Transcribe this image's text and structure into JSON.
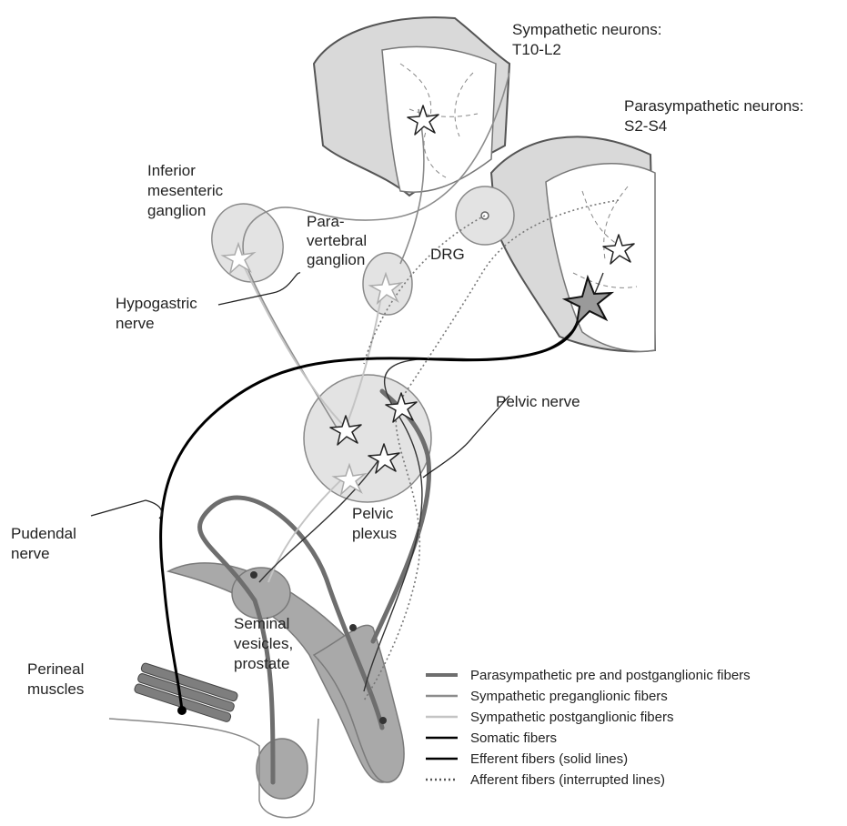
{
  "labels": {
    "sympathetic_neurons": [
      "Sympathetic neurons:",
      "T10-L2"
    ],
    "parasympathetic_neurons": [
      "Parasympathetic neurons:",
      "S2-S4"
    ],
    "inferior_mesenteric_ganglion": [
      "Inferior",
      "mesenteric",
      "ganglion"
    ],
    "paravertebral_ganglion": [
      "Para-",
      "vertebral",
      "ganglion"
    ],
    "drg": "DRG",
    "hypogastric_nerve": [
      "Hypogastric",
      "nerve"
    ],
    "pelvic_nerve": "Pelvic nerve",
    "pelvic_plexus": [
      "Pelvic",
      "plexus"
    ],
    "pudendal_nerve": [
      "Pudendal",
      "nerve"
    ],
    "seminal_vesicles": [
      "Seminal",
      "vesicles,",
      "prostate"
    ],
    "perineal_muscles": [
      "Perineal",
      "muscles"
    ]
  },
  "legend": [
    {
      "label": "Parasympathetic pre and postganglionic fibers",
      "color": "#6e6e6e",
      "style": "solid-thick"
    },
    {
      "label": "Sympathetic preganglionic fibers",
      "color": "#8c8c8c",
      "style": "solid"
    },
    {
      "label": "Sympathetic postganglionic fibers",
      "color": "#c4c4c4",
      "style": "solid"
    },
    {
      "label": "Somatic fibers",
      "color": "#000000",
      "style": "solid"
    },
    {
      "label": "Efferent fibers (solid lines)",
      "color": "#000000",
      "style": "solid"
    },
    {
      "label": "Afferent fibers (interrupted lines)",
      "color": "#555555",
      "style": "dotted"
    }
  ]
}
